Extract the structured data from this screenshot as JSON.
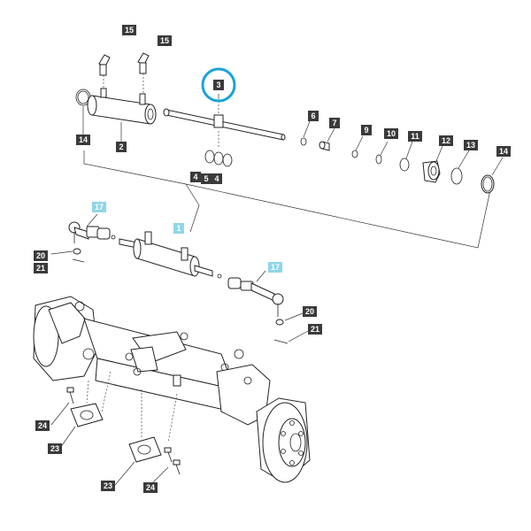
{
  "diagram": {
    "labels": [
      {
        "id": "15a",
        "text": "15",
        "style": "dark"
      },
      {
        "id": "15b",
        "text": "15",
        "style": "dark"
      },
      {
        "id": "3",
        "text": "3",
        "style": "dark",
        "highlighted": true
      },
      {
        "id": "14a",
        "text": "14",
        "style": "dark"
      },
      {
        "id": "2",
        "text": "2",
        "style": "dark"
      },
      {
        "id": "6",
        "text": "6",
        "style": "dark"
      },
      {
        "id": "7",
        "text": "7",
        "style": "dark"
      },
      {
        "id": "9",
        "text": "9",
        "style": "dark"
      },
      {
        "id": "10",
        "text": "10",
        "style": "dark"
      },
      {
        "id": "11",
        "text": "11",
        "style": "dark"
      },
      {
        "id": "12",
        "text": "12",
        "style": "dark"
      },
      {
        "id": "13",
        "text": "13",
        "style": "dark"
      },
      {
        "id": "14b",
        "text": "14",
        "style": "dark"
      },
      {
        "id": "4a",
        "text": "4",
        "style": "dark"
      },
      {
        "id": "5",
        "text": "5",
        "style": "dark"
      },
      {
        "id": "4b",
        "text": "4",
        "style": "dark"
      },
      {
        "id": "17a",
        "text": "17",
        "style": "cyan"
      },
      {
        "id": "1",
        "text": "1",
        "style": "cyan"
      },
      {
        "id": "17b",
        "text": "17",
        "style": "cyan"
      },
      {
        "id": "20a",
        "text": "20",
        "style": "dark"
      },
      {
        "id": "21a",
        "text": "21",
        "style": "dark"
      },
      {
        "id": "20b",
        "text": "20",
        "style": "dark"
      },
      {
        "id": "21b",
        "text": "21",
        "style": "dark"
      },
      {
        "id": "24a",
        "text": "24",
        "style": "dark"
      },
      {
        "id": "23a",
        "text": "23",
        "style": "dark"
      },
      {
        "id": "23b",
        "text": "23",
        "style": "dark"
      },
      {
        "id": "24b",
        "text": "24",
        "style": "dark"
      }
    ]
  },
  "colors": {
    "dark_label_bg": "#3a3a3a",
    "dark_label_text": "#ffffff",
    "cyan_label_bg": "#8fd6e6",
    "cyan_label_text": "#ffffff",
    "highlight_ring": "#1aa3d9",
    "line": "#222222"
  }
}
